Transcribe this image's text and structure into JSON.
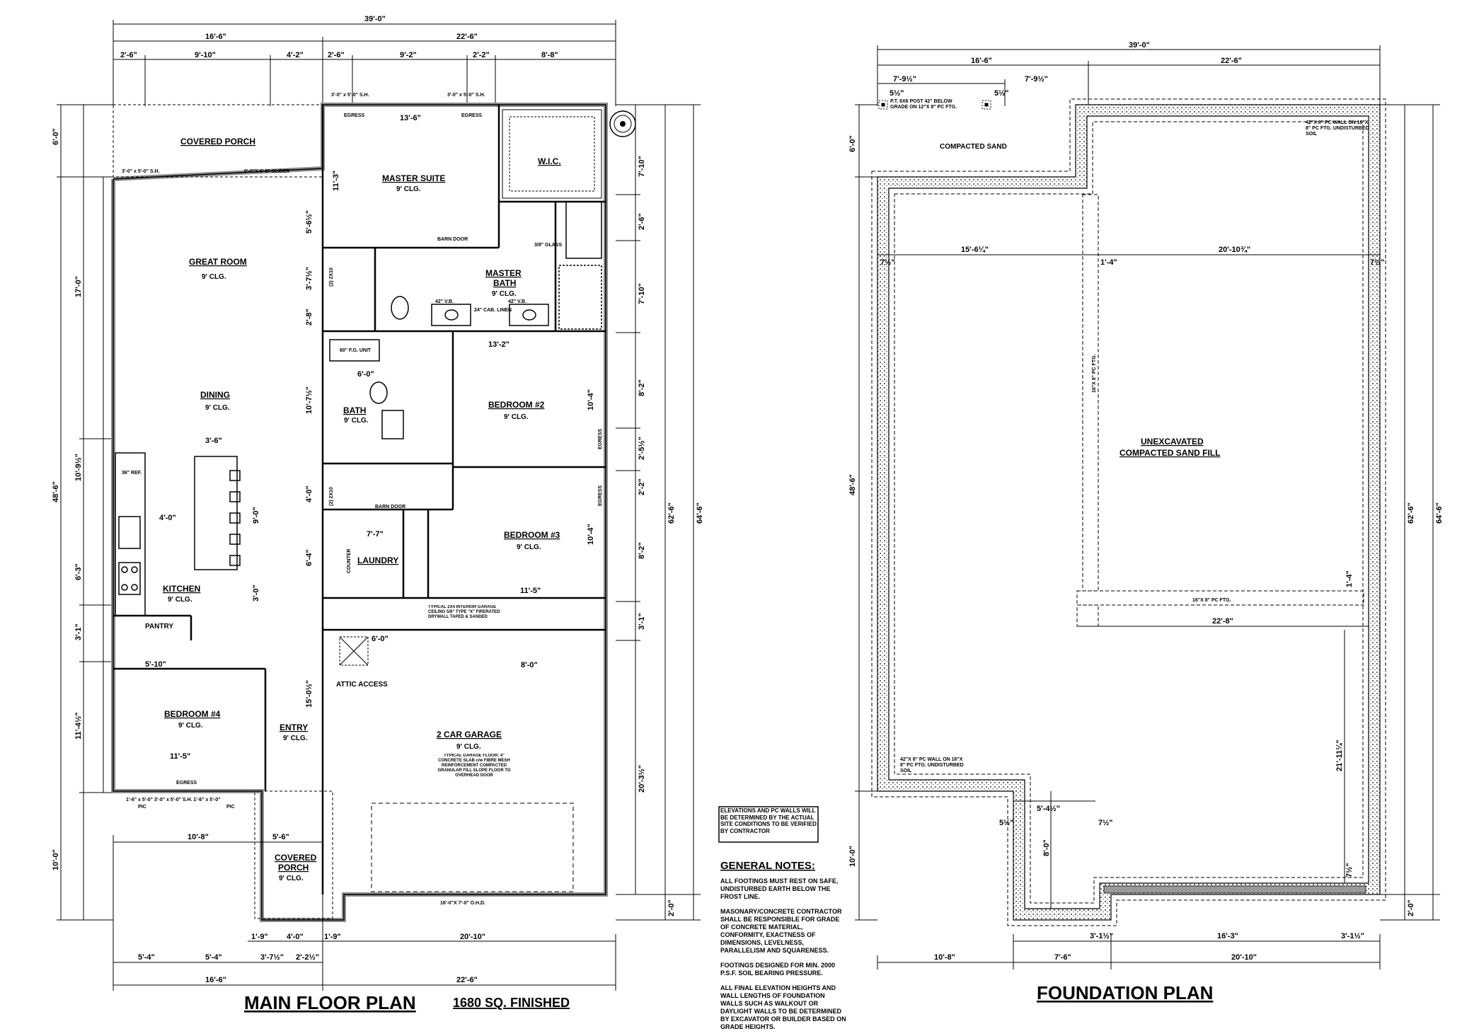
{
  "main": {
    "title": "MAIN FLOOR PLAN",
    "area": "1680 SQ. FINISHED",
    "rooms": {
      "covered_porch_top": "COVERED PORCH",
      "master_suite": "MASTER SUITE",
      "master_suite_clg": "9' CLG.",
      "wic": "W.I.C.",
      "great_room": "GREAT ROOM",
      "great_room_clg": "9' CLG.",
      "master_bath": "MASTER",
      "master_bath2": "BATH",
      "master_bath_clg": "9' CLG.",
      "dining": "DINING",
      "dining_clg": "9' CLG.",
      "bath": "BATH",
      "bath_clg": "9' CLG.",
      "bedroom2": "BEDROOM #2",
      "bedroom2_clg": "9' CLG.",
      "bedroom3": "BEDROOM #3",
      "bedroom3_clg": "9' CLG.",
      "laundry": "LAUNDRY",
      "kitchen": "KITCHEN",
      "kitchen_clg": "9' CLG.",
      "pantry": "PANTRY",
      "bedroom4": "BEDROOM #4",
      "bedroom4_clg": "9' CLG.",
      "entry": "ENTRY",
      "entry_clg": "9' CLG.",
      "garage": "2 CAR GARAGE",
      "garage_clg": "9' CLG.",
      "covered_porch_bot": "COVERED",
      "covered_porch_bot2": "PORCH",
      "covered_porch_bot_clg": "9' CLG.",
      "attic": "ATTIC ACCESS"
    },
    "dims": {
      "overall_w": "39'-0\"",
      "left_w": "16'-6\"",
      "right_w": "22'-6\"",
      "d1": "2'-6\"",
      "d2": "9'-10\"",
      "d3": "4'-2\"",
      "d4": "2'-6\"",
      "d5": "9'-2\"",
      "d6": "2'-2\"",
      "d7": "8'-8\"",
      "left_6": "6'-0\"",
      "left_17": "17'-0\"",
      "left_48": "48'-6\"",
      "left_1095": "10'-9½\"",
      "left_63": "6'-3\"",
      "left_31": "3'-1\"",
      "left_1141": "11'-4½\"",
      "left_10": "10'-0\"",
      "right_710a": "7'-10\"",
      "right_26": "2'-6\"",
      "right_710b": "7'-10\"",
      "right_82a": "8'-2\"",
      "right_2512": "2'-5½\"",
      "right_22": "2'-2\"",
      "right_82b": "8'-2\"",
      "right_31": "3'-1\"",
      "right_2031": "20'-3½\"",
      "right_20": "2'-0\"",
      "right_625": "62'-6\"",
      "right_645": "64'-6\"",
      "b_108": "10'-8\"",
      "b_56": "5'-6\"",
      "b_19a": "1'-9\"",
      "b_40": "4'-0\"",
      "b_19b": "1'-9\"",
      "b_2010": "20'-10\"",
      "b_54a": "5'-4\"",
      "b_54b": "5'-4\"",
      "b_3712": "3'-7½\"",
      "b_2212": "2'-2½\"",
      "b_166": "16'-6\"",
      "b_226": "22'-6\"",
      "i_136": "13'-6\"",
      "i_132": "13'-2\"",
      "i_60": "6'-0\"",
      "i_35": "3'-6\"",
      "i_40": "4'-0\"",
      "i_90": "9'-0\"",
      "i_30": "3'-0\"",
      "i_510": "5'-10\"",
      "i_115a": "11'-5\"",
      "i_115b": "11'-5\"",
      "i_1011": "10'-4\"",
      "i_1012": "10'-4\"",
      "i_77": "7'-7\"",
      "i_80": "8'-0\"",
      "i_60b": "6'-0\"",
      "i_113": "11'-3\"",
      "i_1075": "10'-7½\"",
      "i_564": "5'-6½\"",
      "i_372": "3'-7½\"",
      "i_28": "2'-8\"",
      "i_1505": "15'-0½\"",
      "i_64": "6'-4\"",
      "i_4": "4'-0\""
    },
    "windows": {
      "w_porch": "3'-0\" x 5'-0\" S.H.",
      "slider": "6'-0\"X 6'-8\" SLIDER",
      "w_ms1": "3'-0\" x 5'-0\" S.H.",
      "w_ms2": "3'-0\" x 5'-0\" S.H.",
      "egress": "EGRESS",
      "barn_door": "BARN DOOR",
      "garage_door": "16'-0\"X 7'-0\" O.H.D.",
      "bed4_windows": "1'-6\" x 5'-0\" 3'-0\" x 5'-0\" S.H. 1'-6\" x 5'-0\"",
      "pic": "PIC",
      "fg_unit": "60\" F.G. UNIT",
      "glass": "3/8\" GLASS",
      "vb": "42\" V.B.",
      "linen": "24\" CAB. LINEN",
      "ref": "36\" REF.",
      "counter": "COUNTER",
      "twox10": "(2) 2X10"
    },
    "garage_note": "TYPICAL 2X4 INTERIOR GARAGE CEILING 5/8\" TYPE \"X\" FIRERATED DRYWALL TAPED & SANDED",
    "garage_floor_note": "TYPICAL GARAGE FLOOR: 4\" CONCRETE SLAB c/w FIBRE MESH REINFORCEMENT COMPACTED GRANULAR FILL SLOPE FLOOR TO OVERHEAD DOOR"
  },
  "notes": {
    "boxed": "ELEVATIONS AND PC WALLS WILL BE DETERMINED BY THE ACTUAL SITE CONDITIONS TO BE VERIFIED BY CONTRACTOR",
    "heading": "GENERAL NOTES:",
    "items": [
      "ALL FOOTINGS MUST REST ON SAFE, UNDISTURBED EARTH BELOW THE FROST LINE.",
      "MASONARY/CONCRETE CONTRACTOR SHALL BE RESPONSIBLE FOR GRADE OF CONCRETE MATERIAL, CONFORMITY, EXACTNESS OF DIMENSIONS, LEVELNESS, PARALLELISM AND SQUARENESS.",
      "FOOTINGS DESIGNED FOR MIN. 2000 P.S.F. SOIL BEARING PRESSURE.",
      "ALL FINAL ELEVATION HEIGHTS AND WALL LENGTHS OF FOUNDATION WALLS SUCH AS WALKOUT OR DAYLIGHT WALLS TO BE DETERMINED BY EXCAVATOR OR BUILDER BASED ON GRADE HEIGHTS."
    ]
  },
  "foundation": {
    "title": "FOUNDATION PLAN",
    "compacted_sand": "COMPACTED SAND",
    "unexcavated": "UNEXCAVATED",
    "unexcavated2": "COMPACTED SAND FILL",
    "post_note": "P.T. 6X6 POST 42\" BELOW GRADE ON 12\"X 8\" PC FTG.",
    "wall_note": "42\"X 8\" PC WALL ON 16\"X 8\" PC FTG. UNDISTURBED SOIL",
    "ftg": "16\"X 8\" PC FTG.",
    "dims": {
      "overall_w": "39'-0\"",
      "left": "16'-6\"",
      "right": "22'-6\"",
      "p1": "7'-9½\"",
      "p2": "7'-9½\"",
      "p3": "5½\"",
      "p4": "5½\"",
      "h6": "6'-0\"",
      "h485": "48'-6\"",
      "h625": "62'-6\"",
      "h645": "64'-6\"",
      "h100": "10'-0\"",
      "h20": "2'-0\"",
      "m1": "15'-6¼\"",
      "m2": "20'-10¾\"",
      "m3": "7½\"",
      "m4": "1'-4\"",
      "m5": "7½\"",
      "m6": "22'-8\"",
      "m7": "1'-4\"",
      "m8": "21'-11¼\"",
      "m9": "7½\"",
      "s1": "5'-4½\"",
      "s2": "5½\"",
      "s3": "7½\"",
      "s4": "8'-0\"",
      "b1": "3'-1½\"",
      "b2": "16'-3\"",
      "b3": "3'-1½\"",
      "b4": "10'-8\"",
      "b5": "7'-6\"",
      "b6": "20'-10\""
    }
  }
}
